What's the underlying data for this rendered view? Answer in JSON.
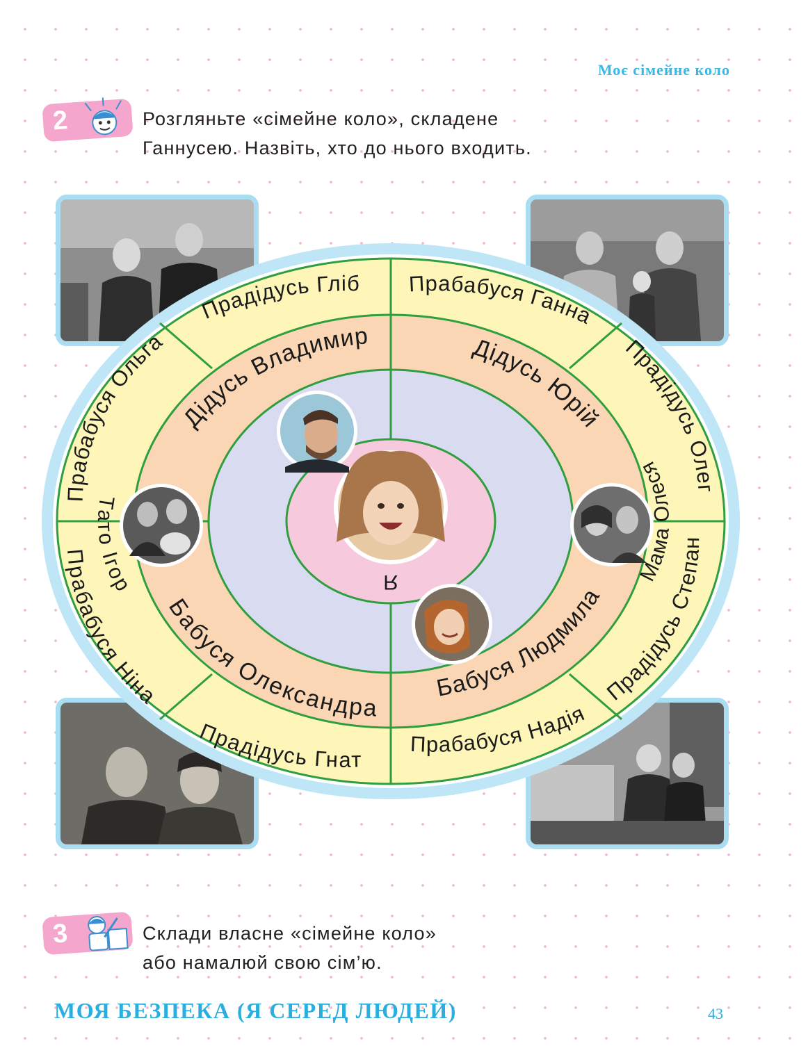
{
  "header": {
    "section_title": "Моє сімейне коло"
  },
  "task2": {
    "number": "2",
    "icon": "thinking-child-icon",
    "lines": [
      "Розгляньте «сімейне коло», складене",
      "Ганнусею. Назвіть, хто до нього входить."
    ]
  },
  "family_circle": {
    "center": "Я",
    "parents": {
      "father": "Тато Ігор",
      "mother": "Мама Олеся"
    },
    "grandparents": {
      "top_left": "Дідусь Владимир",
      "top_right": "Дідусь Юрій",
      "bottom_left": "Бабуся Олександра",
      "bottom_right": "Бабуся Людмила"
    },
    "great_grandparents": {
      "top_left_upper": "Прадідусь Гліб",
      "top_left_lower": "Прабабуся Ольга",
      "top_right_upper": "Прабабуся Ганна",
      "top_right_lower": "Прадідусь Олег",
      "bottom_left_upper": "Прабабуся Ніна",
      "bottom_left_lower": "Прадідусь Гнат",
      "bottom_right_upper": "Прадідусь Степан",
      "bottom_right_lower": "Прабабуся Надія"
    },
    "colors": {
      "outer_rim": "#bfe6f6",
      "great_grand_ring": "#fdf6b8",
      "grand_ring": "#fbd6b4",
      "parent_ring": "#d9dcf1",
      "center": "#f6c9dc",
      "lines": "#2f9e3f"
    }
  },
  "task3": {
    "number": "3",
    "icon": "drawing-child-icon",
    "lines": [
      "Склади власне «сімейне коло»",
      "або намалюй свою сім’ю."
    ]
  },
  "footer": {
    "chapter_title": "МОЯ БЕЗПЕКА (Я СЕРЕД ЛЮДЕЙ)",
    "page_number": "43"
  }
}
